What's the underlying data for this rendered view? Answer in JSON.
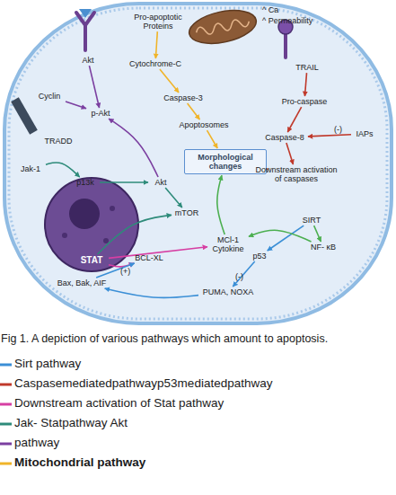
{
  "diagram": {
    "caption": "Fig 1. A depiction of various pathways which amount to apoptosis.",
    "nodes": [
      {
        "text": [
          "Pro-apoptotic Proteins"
        ]
      },
      {
        "text": [
          "Cytochrome-C"
        ]
      },
      {
        "text": [
          "Caspase-3"
        ]
      },
      {
        "text": [
          "Apoptosomes"
        ]
      },
      {
        "text": [
          "TRAIL"
        ]
      },
      {
        "text": [
          "Pro-caspase"
        ]
      },
      {
        "text": [
          "Caspase-8"
        ]
      },
      {
        "text": [
          "IAPs"
        ]
      },
      {
        "text": [
          "Akt"
        ]
      },
      {
        "text": [
          "Cyclin"
        ]
      },
      {
        "text": [
          "p-Akt"
        ]
      },
      {
        "text": [
          "TRADD"
        ]
      },
      {
        "text": [
          "Morphological changes"
        ]
      },
      {
        "text": [
          "Downstream activation of caspases"
        ]
      },
      {
        "text": [
          "Jak-1"
        ]
      },
      {
        "text": [
          "p13k"
        ]
      },
      {
        "text": [
          "Akt"
        ]
      },
      {
        "text": [
          "mTOR"
        ]
      },
      {
        "text": [
          "SIRT"
        ]
      },
      {
        "text": [
          "STAT"
        ]
      },
      {
        "text": [
          "MCl-1 Cytokine"
        ]
      },
      {
        "text": [
          "NF- κB"
        ]
      },
      {
        "text": [
          "BCL-XL"
        ]
      },
      {
        "text": [
          "p53"
        ]
      },
      {
        "text": [
          "Bax, Bak, AIF"
        ]
      },
      {
        "text": [
          "PUMA, NOXA"
        ]
      }
    ],
    "edges": [
      {
        "from": 0,
        "to": 1,
        "arrow": "to"
      },
      {
        "from": 1,
        "to": 2,
        "arrow": "to"
      },
      {
        "from": 2,
        "to": 3,
        "arrow": "to"
      },
      {
        "from": 3,
        "to": 12,
        "arrow": "to"
      },
      {
        "from": 4,
        "to": 5,
        "arrow": "to"
      },
      {
        "from": 5,
        "to": 6,
        "arrow": "to"
      },
      {
        "from": 7,
        "to": 6,
        "arrow": "to"
      },
      {
        "from": 6,
        "to": 13,
        "arrow": "to"
      },
      {
        "from": 13,
        "to": 12,
        "arrow": "to"
      },
      {
        "from": 8,
        "to": 10,
        "arrow": "to"
      },
      {
        "from": 9,
        "to": 10,
        "arrow": "to"
      },
      {
        "from": 16,
        "to": 10,
        "arrow": "to"
      },
      {
        "from": 14,
        "to": 15,
        "arrow": "to"
      },
      {
        "from": 15,
        "to": 16,
        "arrow": "to"
      },
      {
        "from": 16,
        "to": 17,
        "arrow": "to"
      },
      {
        "from": 19,
        "to": 17,
        "arrow": "to"
      },
      {
        "from": 19,
        "to": 20,
        "arrow": "to"
      },
      {
        "from": 19,
        "to": 22,
        "arrow": "to"
      },
      {
        "from": 18,
        "to": 21,
        "arrow": "to"
      },
      {
        "from": 18,
        "to": 23,
        "arrow": "to"
      },
      {
        "from": 23,
        "to": 25,
        "arrow": "to"
      },
      {
        "from": 25,
        "to": 24,
        "arrow": "to"
      },
      {
        "from": 24,
        "to": 22,
        "arrow": "to"
      },
      {
        "from": 21,
        "to": 20,
        "arrow": "to"
      },
      {
        "from": 20,
        "to": 12,
        "arrow": "to"
      }
    ],
    "labels": [
      "^ Ca",
      "^ Permeability",
      "(-)",
      "(+)",
      "(-)"
    ],
    "legend": [
      {
        "text": "Sirt pathway"
      },
      {
        "text": "Caspasemediatedpathwayp53mediatedpathway"
      },
      {
        "text": "Downstream activation of Stat pathway"
      },
      {
        "text": "Jak- Statpathway Akt"
      },
      {
        "text": "pathway"
      },
      {
        "text": "Mitochondrial pathway"
      }
    ]
  }
}
